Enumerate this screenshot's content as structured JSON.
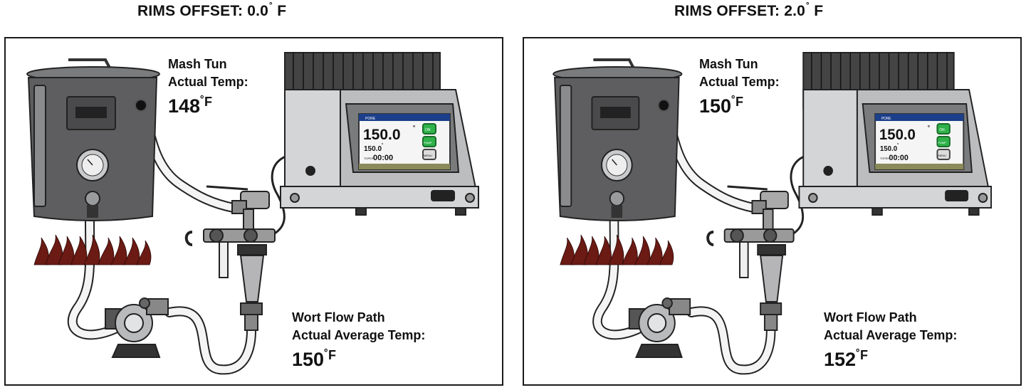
{
  "panels": [
    {
      "heading_prefix": "RIMS OFFSET: 0.0",
      "heading_degree": "˚",
      "heading_unit": " F",
      "mash_line1": "Mash Tun",
      "mash_line2": "Actual Temp:",
      "mash_value": "148",
      "wort_line1": "Wort Flow Path",
      "wort_line2": "Actual Average Temp:",
      "wort_value": "150",
      "screen": {
        "header": "PORE",
        "main": "150.0",
        "deg": "˚",
        "set": "150.0",
        "set_deg": "˚",
        "time_label": "TOPER",
        "time": "00:00",
        "btn_on": "ON",
        "btn_pump": "PUMP",
        "btn_menu": "MENU"
      }
    },
    {
      "heading_prefix": "RIMS OFFSET: 2.0",
      "heading_degree": "˚",
      "heading_unit": " F",
      "mash_line1": "Mash Tun",
      "mash_line2": "Actual Temp:",
      "mash_value": "150",
      "wort_line1": "Wort Flow Path",
      "wort_line2": "Actual Average Temp:",
      "wort_value": "152",
      "screen": {
        "header": "PORE",
        "main": "150.0",
        "deg": "˚",
        "set": "150.0",
        "set_deg": "˚",
        "time_label": "TOPER",
        "time": "00:00",
        "btn_on": "ON",
        "btn_pump": "PUMP",
        "btn_menu": "MENU"
      }
    }
  ],
  "deg_unit": "˚F",
  "colors": {
    "steel_dark": "#5e5e60",
    "steel_light": "#d4d5d7",
    "flame": "#6b1a14",
    "screen_blue": "#1b3f8a",
    "button_green": "#2fb24a",
    "hose": "#f4f4f4"
  }
}
